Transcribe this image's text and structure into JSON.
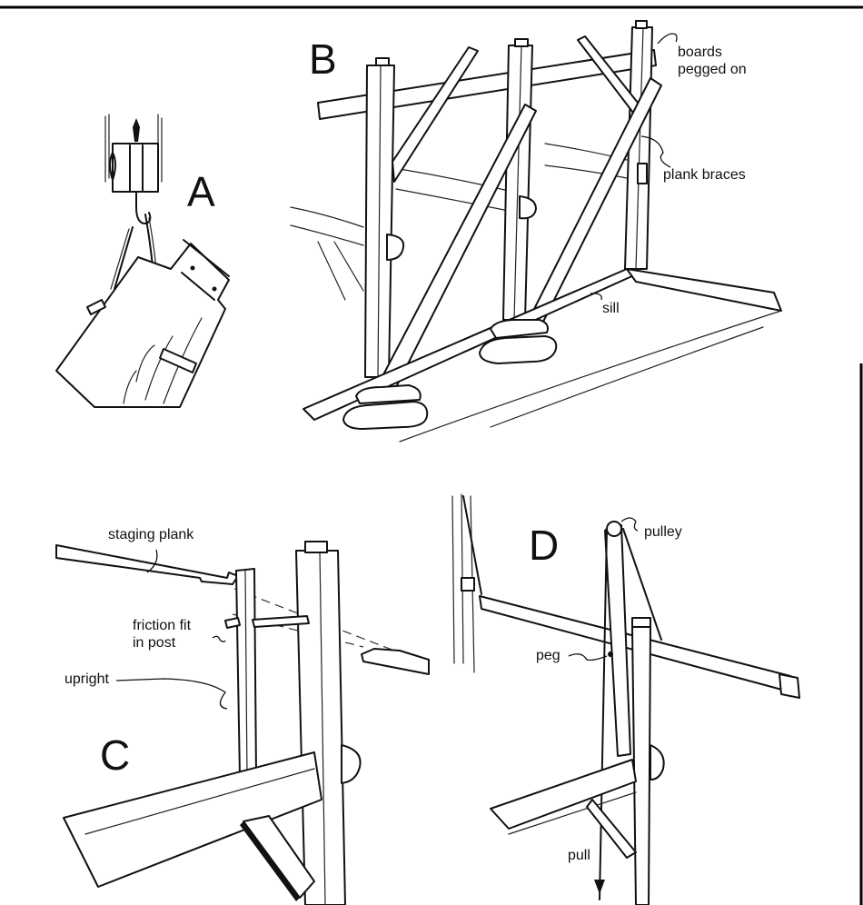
{
  "figure": {
    "panels": [
      {
        "id": "A",
        "letter": "A",
        "description": "block and tackle hook lifting a post by a rope sling"
      },
      {
        "id": "B",
        "letter": "B",
        "description": "staging posts on sill with diagonal braces"
      },
      {
        "id": "C",
        "letter": "C",
        "description": "staging plank on pin through upright into post"
      },
      {
        "id": "D",
        "letter": "D",
        "description": "pulley on upright with pull rope"
      }
    ],
    "labels": {
      "boards_pegged_on_line1": "boards",
      "boards_pegged_on_line2": "pegged on",
      "plank_braces": "plank braces",
      "sill": "sill",
      "staging_plank": "staging plank",
      "friction_fit_line1": "friction fit",
      "friction_fit_line2": "in post",
      "upright": "upright",
      "pulley": "pulley",
      "peg": "peg",
      "pull": "pull"
    },
    "colors": {
      "ink": "#111111",
      "paper": "#ffffff"
    }
  }
}
